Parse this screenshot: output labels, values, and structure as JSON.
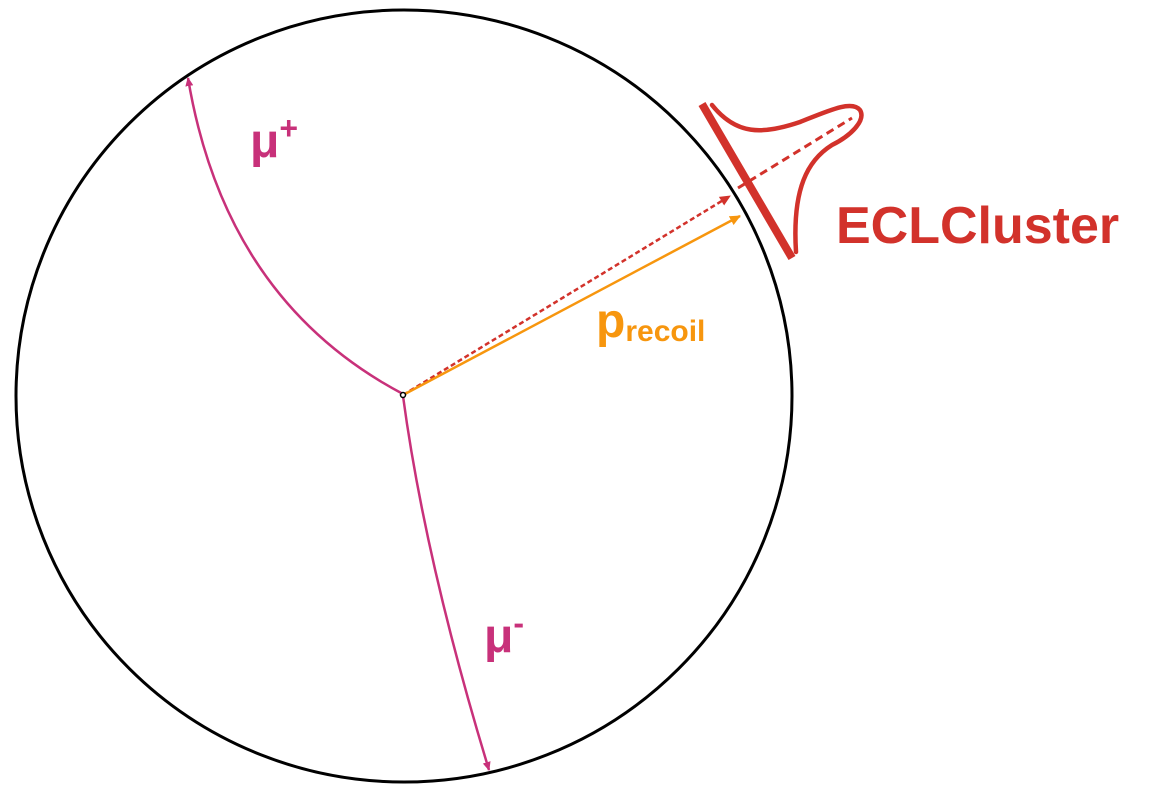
{
  "labels": {
    "muon_plus": {
      "base": "μ",
      "sup": "+"
    },
    "muon_minus": {
      "base": "μ",
      "sup": "-"
    },
    "recoil": {
      "base": "p",
      "sub": "recoil"
    },
    "cluster": "ECLCluster"
  },
  "colors": {
    "detector_outline": "#000000",
    "muon_track": "#c8317a",
    "recoil_arrow": "#f7960e",
    "cluster": "#d2322b"
  }
}
